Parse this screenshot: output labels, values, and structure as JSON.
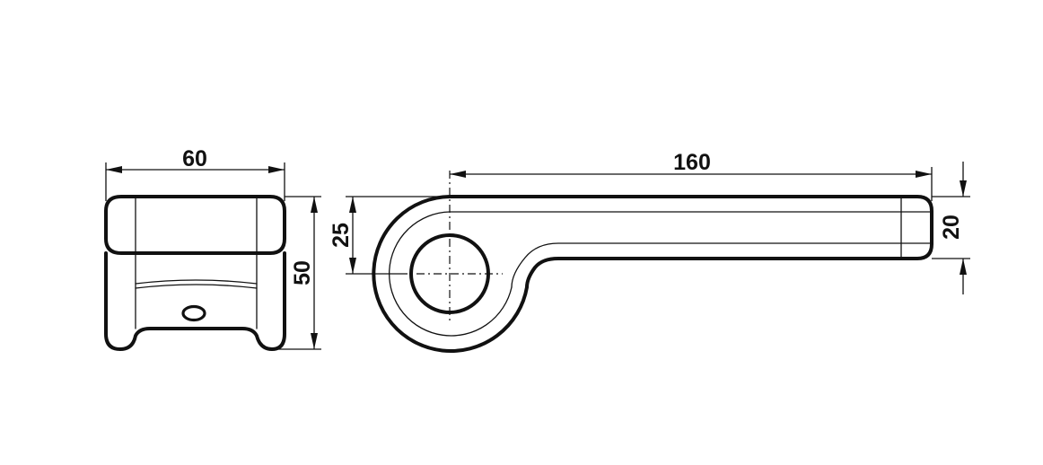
{
  "drawing": {
    "dimensions": {
      "front_width": "60",
      "front_height": "50",
      "side_length": "160",
      "hole_offset": "25",
      "arm_thickness": "20"
    }
  }
}
